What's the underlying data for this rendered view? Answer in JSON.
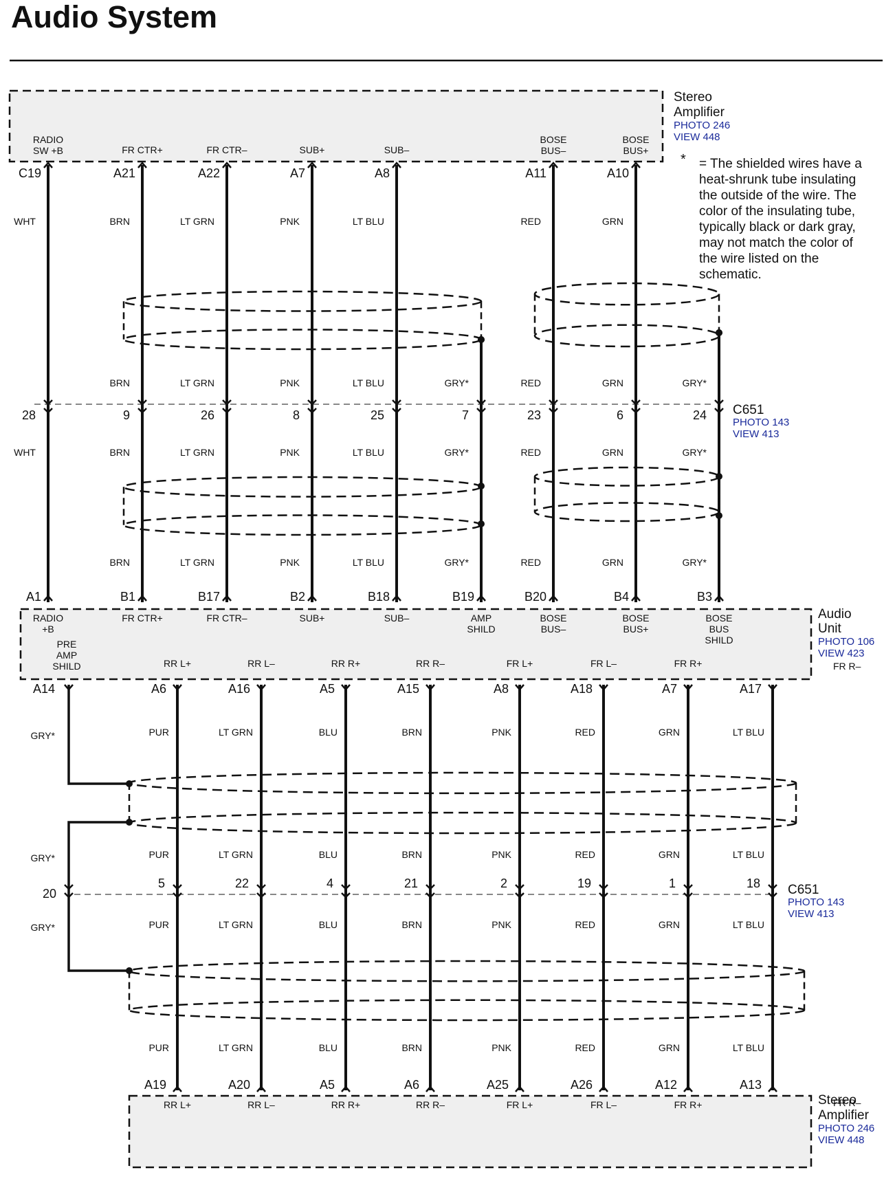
{
  "page": {
    "title": "Audio System"
  },
  "note": {
    "marker": "*",
    "lines": [
      "= The shielded wires have a",
      "heat-shrunk tube insulating",
      "the outside of the wire.  The",
      "color of the insulating tube,",
      "typically black or dark gray,",
      "may not match the color of",
      "the wire listed on the",
      "schematic."
    ]
  },
  "components": {
    "amp_top": {
      "name_lines": [
        "Stereo",
        "Amplifier"
      ],
      "photo": "PHOTO 246",
      "view": "VIEW 448"
    },
    "audio_unit": {
      "name_lines": [
        "Audio",
        "Unit"
      ],
      "photo": "PHOTO 106",
      "view": "VIEW 423",
      "extra": "FR R–"
    },
    "amp_bottom": {
      "name_lines": [
        "Stereo",
        "Amplifier"
      ],
      "photo": "PHOTO 246",
      "view": "VIEW 448",
      "overlap": "FR R–"
    }
  },
  "connector_top": {
    "name": "C651",
    "photo": "PHOTO 143",
    "view": "VIEW 413"
  },
  "connector_bottom": {
    "name": "C651",
    "photo": "PHOTO 143",
    "view": "VIEW 413"
  },
  "top_wires": [
    {
      "amp_pin": "C19",
      "amp_label": [
        "RADIO",
        "SW +B"
      ],
      "color_top": "WHT",
      "c651_pin": "28",
      "color_bottom": "WHT",
      "au_pin": "A1",
      "au_label": [
        "RADIO",
        "+B"
      ]
    },
    {
      "amp_pin": "A21",
      "amp_label": [
        "FR CTR+"
      ],
      "color_top": "BRN",
      "color_mid": "BRN",
      "c651_pin": "9",
      "color_bottom": "BRN",
      "color_low": "BRN",
      "au_pin": "B1",
      "au_label": [
        "FR CTR+"
      ]
    },
    {
      "amp_pin": "A22",
      "amp_label": [
        "FR CTR–"
      ],
      "color_top": "LT GRN",
      "color_mid": "LT GRN",
      "c651_pin": "26",
      "color_bottom": "LT GRN",
      "color_low": "LT GRN",
      "au_pin": "B17",
      "au_label": [
        "FR CTR–"
      ]
    },
    {
      "amp_pin": "A7",
      "amp_label": [
        "SUB+"
      ],
      "color_top": "PNK",
      "color_mid": "PNK",
      "c651_pin": "8",
      "color_bottom": "PNK",
      "color_low": "PNK",
      "au_pin": "B2",
      "au_label": [
        "SUB+"
      ]
    },
    {
      "amp_pin": "A8",
      "amp_label": [
        "SUB–"
      ],
      "color_top": "LT BLU",
      "color_mid": "LT BLU",
      "c651_pin": "25",
      "color_bottom": "LT BLU",
      "color_low": "LT BLU",
      "au_pin": "B18",
      "au_label": [
        "SUB–"
      ]
    },
    {
      "color_mid": "GRY*",
      "c651_pin": "7",
      "color_bottom": "GRY*",
      "color_low": "GRY*",
      "au_pin": "B19",
      "au_label": [
        "AMP",
        "SHILD"
      ]
    },
    {
      "amp_pin": "A11",
      "amp_label": [
        "BOSE",
        "BUS–"
      ],
      "color_top": "RED",
      "color_mid": "RED",
      "c651_pin": "23",
      "color_bottom": "RED",
      "color_low": "RED",
      "au_pin": "B20",
      "au_label": [
        "BOSE",
        "BUS–"
      ]
    },
    {
      "amp_pin": "A10",
      "amp_label": [
        "BOSE",
        "BUS+"
      ],
      "color_top": "GRN",
      "color_mid": "GRN",
      "c651_pin": "6",
      "color_bottom": "GRN",
      "color_low": "GRN",
      "au_pin": "B4",
      "au_label": [
        "BOSE",
        "BUS+"
      ]
    },
    {
      "color_mid": "GRY*",
      "c651_pin": "24",
      "color_bottom": "GRY*",
      "color_low": "GRY*",
      "au_pin": "B3",
      "au_label": [
        "BOSE",
        "BUS",
        "SHILD"
      ]
    }
  ],
  "shield_wire": {
    "au_pin": "A14",
    "au_label": [
      "PRE",
      "AMP",
      "SHILD"
    ],
    "color_1": "GRY*",
    "c651_pin": "20",
    "color_2": "GRY*",
    "color_3": "GRY*"
  },
  "bottom_wires": [
    {
      "au_pin": "A6",
      "au_label": "RR L+",
      "c1": "PUR",
      "c2": "PUR",
      "c651_pin": "5",
      "c3": "PUR",
      "c4": "PUR",
      "amp_pin": "A19",
      "amp_label": "RR L+"
    },
    {
      "au_pin": "A16",
      "au_label": "RR L–",
      "c1": "LT GRN",
      "c2": "LT GRN",
      "c651_pin": "22",
      "c3": "LT GRN",
      "c4": "LT GRN",
      "amp_pin": "A20",
      "amp_label": "RR L–"
    },
    {
      "au_pin": "A5",
      "au_label": "RR R+",
      "c1": "BLU",
      "c2": "BLU",
      "c651_pin": "4",
      "c3": "BLU",
      "c4": "BLU",
      "amp_pin": "A5",
      "amp_label": "RR R+"
    },
    {
      "au_pin": "A15",
      "au_label": "RR R–",
      "c1": "BRN",
      "c2": "BRN",
      "c651_pin": "21",
      "c3": "BRN",
      "c4": "BRN",
      "amp_pin": "A6",
      "amp_label": "RR R–"
    },
    {
      "au_pin": "A8",
      "au_label": "FR L+",
      "c1": "PNK",
      "c2": "PNK",
      "c651_pin": "2",
      "c3": "PNK",
      "c4": "PNK",
      "amp_pin": "A25",
      "amp_label": "FR L+"
    },
    {
      "au_pin": "A18",
      "au_label": "FR L–",
      "c1": "RED",
      "c2": "RED",
      "c651_pin": "19",
      "c3": "RED",
      "c4": "RED",
      "amp_pin": "A26",
      "amp_label": "FR L–"
    },
    {
      "au_pin": "A7",
      "au_label": "FR R+",
      "c1": "GRN",
      "c2": "GRN",
      "c651_pin": "1",
      "c3": "GRN",
      "c4": "GRN",
      "amp_pin": "A12",
      "amp_label": "FR R+"
    },
    {
      "au_pin": "A17",
      "c1": "LT BLU",
      "c2": "LT BLU",
      "c651_pin": "18",
      "c3": "LT BLU",
      "c4": "LT BLU",
      "amp_pin": "A13"
    }
  ],
  "colors": {
    "ink": "#111111",
    "box_fill": "#efefef",
    "link_blue": "#1a2a9a"
  }
}
